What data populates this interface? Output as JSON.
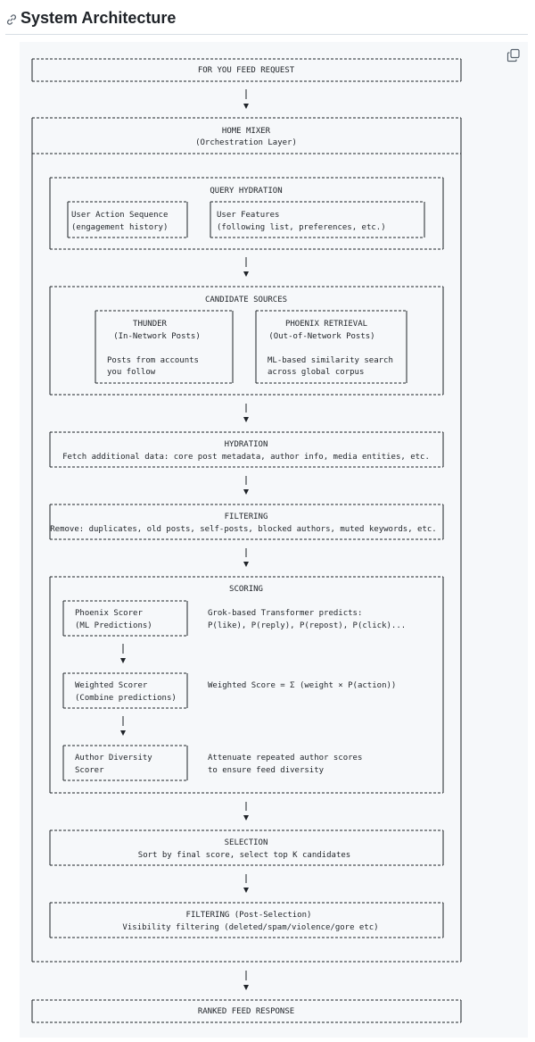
{
  "heading": {
    "text": "System Architecture",
    "anchor_icon": "link-icon"
  },
  "codeblock": {
    "copy_icon": "copy-icon"
  },
  "diagram": {
    "request": "FOR YOU FEED REQUEST",
    "home_mixer": {
      "title": "HOME MIXER",
      "subtitle": "(Orchestration Layer)"
    },
    "query_hydration": {
      "title": "QUERY HYDRATION",
      "user_action_line1": "User Action Sequence",
      "user_action_line2": "(engagement history)",
      "user_features_line1": "User Features",
      "user_features_line2": "(following list, preferences, etc.)"
    },
    "candidate_sources": {
      "title": "CANDIDATE SOURCES",
      "thunder_title": "THUNDER",
      "thunder_subtitle": "(In-Network Posts)",
      "thunder_desc1": "Posts from accounts",
      "thunder_desc2": "you follow",
      "phoenix_title": "PHOENIX RETRIEVAL",
      "phoenix_subtitle": "(Out-of-Network Posts)",
      "phoenix_desc1": "ML-based similarity search",
      "phoenix_desc2": "across global corpus"
    },
    "hydration": {
      "title": "HYDRATION",
      "desc": "Fetch additional data: core post metadata, author info, media entities, etc."
    },
    "filtering": {
      "title": "FILTERING",
      "desc": "Remove: duplicates, old posts, self-posts, blocked authors, muted keywords, etc."
    },
    "scoring": {
      "title": "SCORING",
      "phoenix_scorer_line1": "Phoenix Scorer",
      "phoenix_scorer_line2": "(ML Predictions)",
      "phoenix_note1": "Grok-based Transformer predicts:",
      "phoenix_note2": "P(like), P(reply), P(repost), P(click)...",
      "weighted_line1": "Weighted Scorer",
      "weighted_line2": "(Combine predictions)",
      "weighted_note": "Weighted Score = Σ (weight × P(action))",
      "diversity_line1": "Author Diversity",
      "diversity_line2": "Scorer",
      "diversity_note1": "Attenuate repeated author scores",
      "diversity_note2": "to ensure feed diversity"
    },
    "selection": {
      "title": "SELECTION",
      "desc": "Sort by final score, select top K candidates"
    },
    "post_filtering": {
      "title": "FILTERING (Post-Selection)",
      "desc": "Visibility filtering (deleted/spam/violence/gore etc)"
    },
    "response": "RANKED FEED RESPONSE"
  }
}
